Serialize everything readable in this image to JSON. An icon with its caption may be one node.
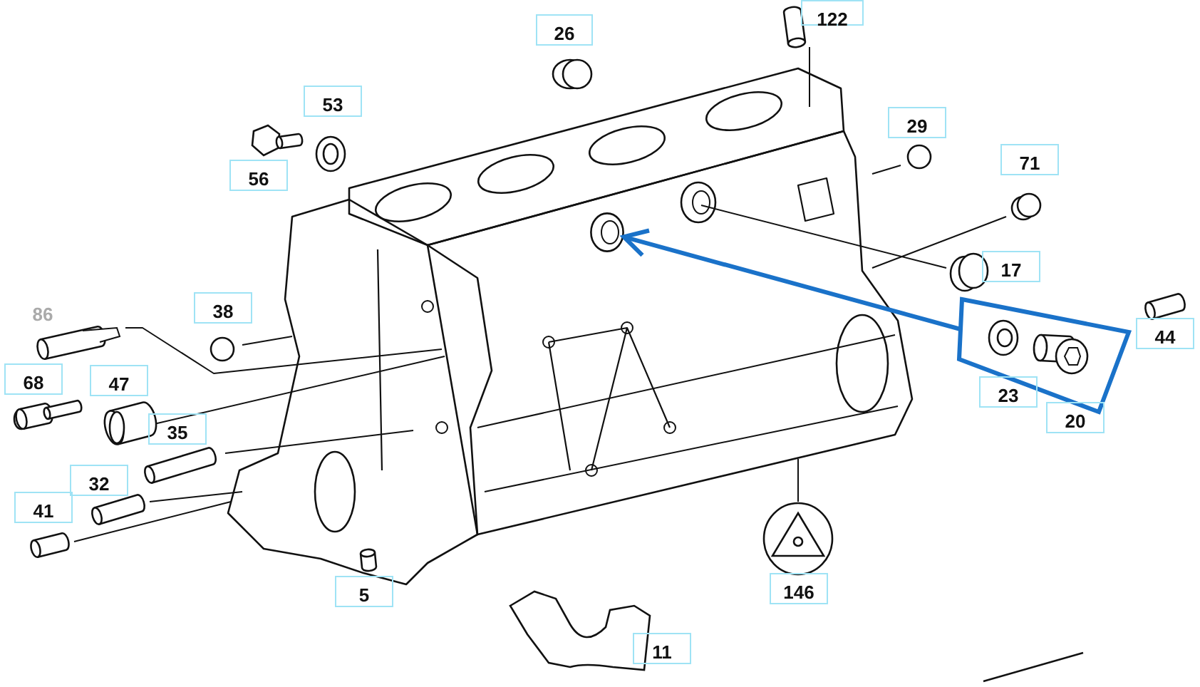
{
  "diagram": {
    "nodes": [
      {
        "text": [],
        "shape": "box"
      },
      {
        "text": [],
        "shape": "circle"
      }
    ],
    "edges": [
      {
        "from": 0,
        "to": 1,
        "arrow": "to"
      }
    ],
    "labels": [
      "122",
      "26",
      "29",
      "53",
      "71",
      "56",
      "17",
      "86",
      "38",
      "44",
      "68",
      "23",
      "47",
      "20",
      "35",
      "32",
      "41",
      "146",
      "5",
      "11"
    ]
  }
}
